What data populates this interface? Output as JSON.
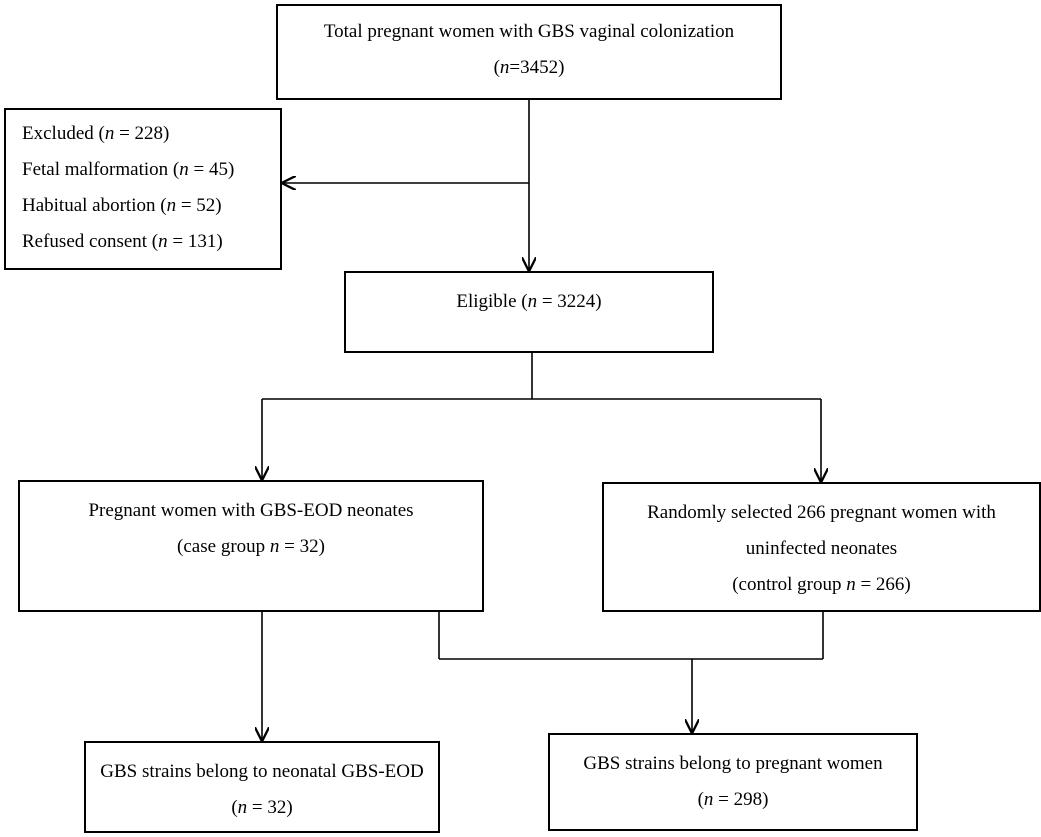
{
  "nodes": {
    "total": {
      "title": "Total pregnant women with GBS vaginal colonization",
      "count": {
        "pre": "(",
        "n": "n",
        "post": "=3452)"
      }
    },
    "excluded": {
      "lines": [
        {
          "pre": "Excluded (",
          "n": "n",
          "post": " = 228)"
        },
        {
          "pre": "Fetal malformation (",
          "n": "n",
          "post": " = 45)"
        },
        {
          "pre": "Habitual abortion (",
          "n": "n",
          "post": " = 52)"
        },
        {
          "pre": "Refused consent (",
          "n": "n",
          "post": " = 131)"
        }
      ]
    },
    "eligible": {
      "line": {
        "pre": "Eligible (",
        "n": "n",
        "post": " = 3224)"
      }
    },
    "case": {
      "title": "Pregnant women with GBS-EOD neonates",
      "count": {
        "pre": "(case group ",
        "n": "n",
        "post": " = 32)"
      }
    },
    "control": {
      "title1": "Randomly selected 266 pregnant women with",
      "title2": "uninfected neonates",
      "count": {
        "pre": "(control group ",
        "n": "n",
        "post": " = 266)"
      }
    },
    "neonatal": {
      "title": "GBS strains belong to neonatal GBS-EOD",
      "count": {
        "pre": "(",
        "n": "n",
        "post": " = 32)"
      }
    },
    "women": {
      "title": "GBS strains belong to pregnant women",
      "count": {
        "pre": "(",
        "n": "n",
        "post": " = 298)"
      }
    }
  }
}
